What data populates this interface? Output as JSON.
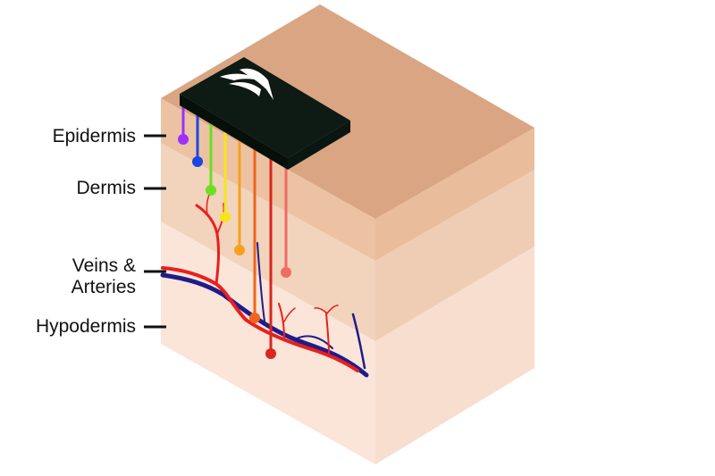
{
  "labels": {
    "epidermis": "Epidermis",
    "dermis": "Dermis",
    "veins_line1": "Veins &",
    "veins_line2": "Arteries",
    "hypodermis": "Hypodermis"
  },
  "colors": {
    "top_face": "#d9a583",
    "epidermis_side": "#ecc2a2",
    "dermis_side": "#f2d3bc",
    "hypodermis_side": "#fae5d8",
    "device_body": "#0e1a14",
    "artery": "#e8201e",
    "vein": "#1f1c8a",
    "probe_colors": [
      "#9b30ff",
      "#1b47e0",
      "#6be020",
      "#f6e51a",
      "#f7a11c",
      "#f0641e",
      "#d9261e",
      "#ee6c64"
    ]
  },
  "icons": {
    "device": "wearable-sensor-icon",
    "logo": "bird-logo-icon"
  }
}
